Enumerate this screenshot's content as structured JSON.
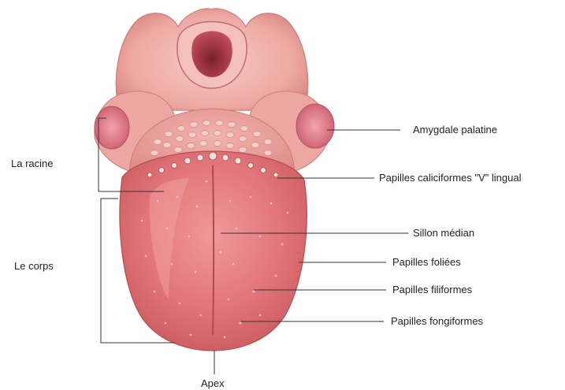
{
  "diagram": {
    "labels": {
      "root": "La racine",
      "body": "Le corps",
      "apex": "Apex",
      "palatine_tonsil": "Amygdale palatine",
      "circumvallate_papillae": "Papilles caliciformes \"V\" lingual",
      "median_sulcus": "Sillon médian",
      "foliate_papillae": "Papilles foliées",
      "filiform_papillae": "Papilles filiformes",
      "fungiform_papillae": "Papilles fongiformes"
    },
    "colors": {
      "tongue": "#e2767a",
      "tongue_shadow": "#c9585d",
      "tongue_highlight": "#f3a7a8",
      "throat": "#f0b2ad",
      "tonsil": "#d86a78",
      "leader_line": "#333333",
      "label_text": "#222222"
    }
  }
}
